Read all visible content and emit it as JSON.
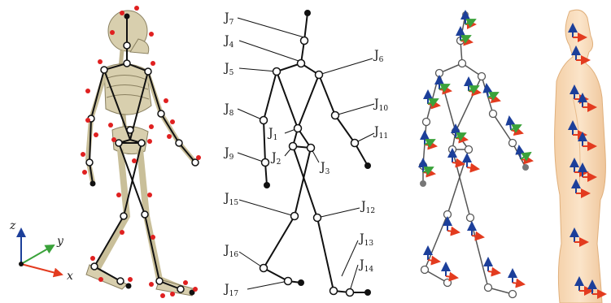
{
  "joint_labels": [
    {
      "main": "J",
      "sub": "1"
    },
    {
      "main": "J",
      "sub": "2"
    },
    {
      "main": "J",
      "sub": "3"
    },
    {
      "main": "J",
      "sub": "4"
    },
    {
      "main": "J",
      "sub": "5"
    },
    {
      "main": "J",
      "sub": "6"
    },
    {
      "main": "J",
      "sub": "7"
    },
    {
      "main": "J",
      "sub": "8"
    },
    {
      "main": "J",
      "sub": "9"
    },
    {
      "main": "J",
      "sub": "10"
    },
    {
      "main": "J",
      "sub": "11"
    },
    {
      "main": "J",
      "sub": "12"
    },
    {
      "main": "J",
      "sub": "13"
    },
    {
      "main": "J",
      "sub": "14"
    },
    {
      "main": "J",
      "sub": "15"
    },
    {
      "main": "J",
      "sub": "16"
    },
    {
      "main": "J",
      "sub": "17"
    }
  ],
  "axes": {
    "z": "z",
    "y": "y",
    "x": "x"
  },
  "colors": {
    "bone": "#d8cfae",
    "bone_stroke": "#8a8060",
    "marker": "#e02020",
    "link": "#111111",
    "joint_fill": "#ffffff",
    "frame_x": "#e33b1f",
    "frame_y": "#3aa23a",
    "frame_z": "#1c3f9a",
    "skin": "#f7d7b2"
  }
}
